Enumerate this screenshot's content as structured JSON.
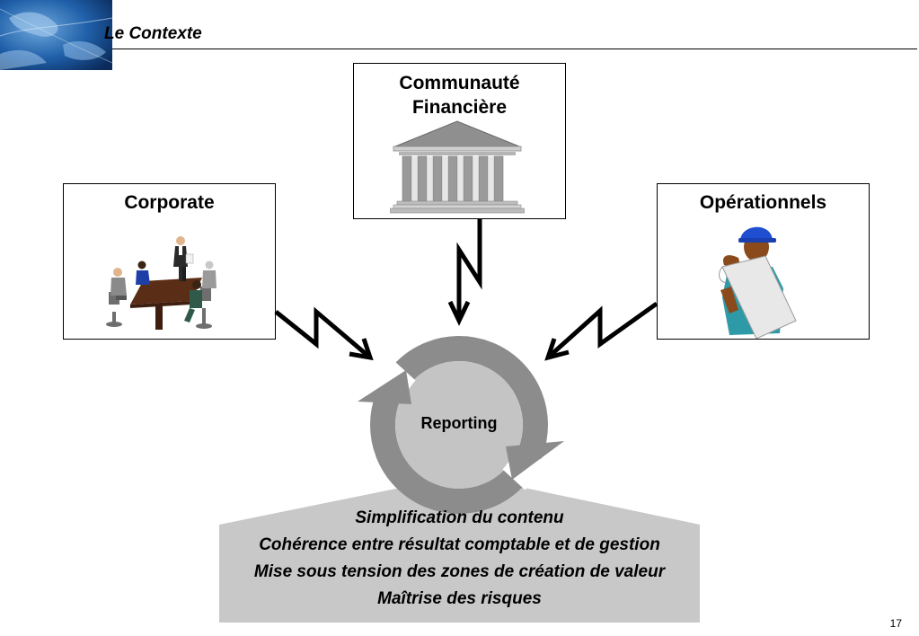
{
  "header": {
    "title": "Le Contexte"
  },
  "boxes": {
    "financiere": {
      "label_line1": "Communauté",
      "label_line2": "Financière",
      "icon": "bank-building-icon"
    },
    "corporate": {
      "label": "Corporate",
      "icon": "meeting-table-icon"
    },
    "operationnels": {
      "label": "Opérationnels",
      "icon": "worker-hard-hat-icon"
    }
  },
  "center": {
    "label": "Reporting",
    "icon": "cycle-arrows-icon"
  },
  "objectives": [
    "Simplification du contenu",
    "Cohérence entre résultat comptable et de gestion",
    "Mise sous tension des zones de création de valeur",
    "Maîtrise des risques"
  ],
  "footer": {
    "page_number": "17"
  },
  "colors": {
    "panel_gray": "#c8c8c8",
    "cycle_gray": "#8c8c8c",
    "cycle_inner": "#c4c4c4"
  }
}
